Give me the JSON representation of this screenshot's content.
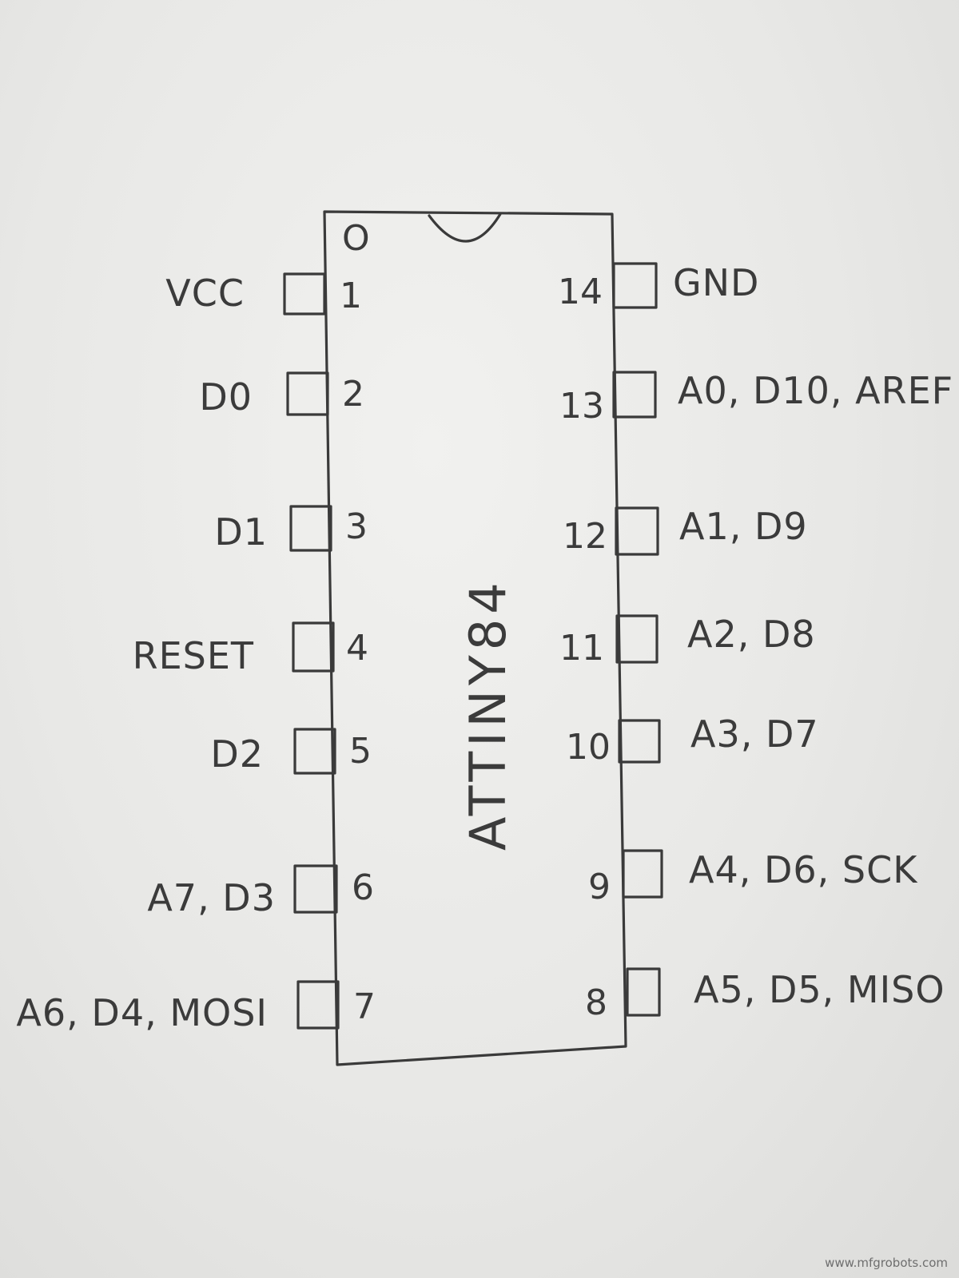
{
  "chip": {
    "name": "ATTINY84",
    "pin1_marker": "O"
  },
  "left_pins": [
    {
      "number": "1",
      "label": "VCC"
    },
    {
      "number": "2",
      "label": "D0"
    },
    {
      "number": "3",
      "label": "D1"
    },
    {
      "number": "4",
      "label": "RESET"
    },
    {
      "number": "5",
      "label": "D2"
    },
    {
      "number": "6",
      "label": "A7, D3"
    },
    {
      "number": "7",
      "label": "A6, D4, MOSI"
    }
  ],
  "right_pins": [
    {
      "number": "14",
      "label": "GND"
    },
    {
      "number": "13",
      "label": "A0, D10, AREF"
    },
    {
      "number": "12",
      "label": "A1, D9"
    },
    {
      "number": "11",
      "label": "A2, D8"
    },
    {
      "number": "10",
      "label": "A3, D7"
    },
    {
      "number": "9",
      "label": "A4, D6, SCK"
    },
    {
      "number": "8",
      "label": "A5, D5, MISO"
    }
  ],
  "watermark": "www.mfgrobots.com"
}
